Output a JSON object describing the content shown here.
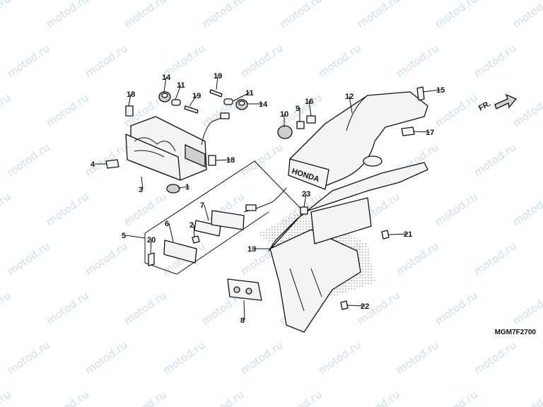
{
  "watermark": "motod.ru",
  "diagram_code": "MGM7F2700",
  "direction_label": "FR.",
  "brand_mark": "HONDA",
  "callouts": [
    "1",
    "2",
    "3",
    "4",
    "5",
    "6",
    "7",
    "8",
    "9",
    "10",
    "11",
    "11",
    "12",
    "13",
    "14",
    "14",
    "15",
    "16",
    "17",
    "18",
    "18",
    "19",
    "19",
    "20",
    "21",
    "22",
    "23"
  ]
}
